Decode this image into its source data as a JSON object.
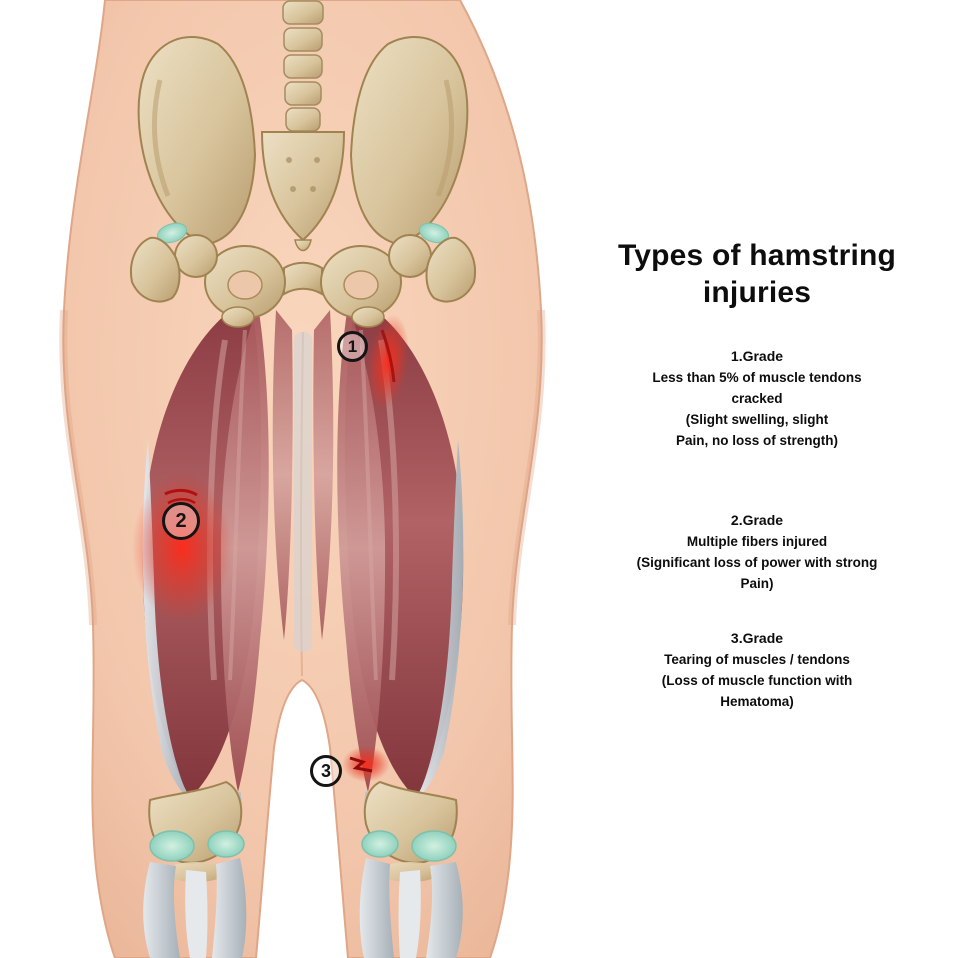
{
  "title_lines": [
    "Types of hamstring",
    "injuries"
  ],
  "sections": [
    {
      "heading": "1.Grade",
      "lines": [
        "Less than 5% of muscle tendons",
        "cracked",
        "(Slight swelling, slight",
        "Pain, no loss of strength)"
      ]
    },
    {
      "heading": "2.Grade",
      "lines": [
        "Multiple fibers injured",
        "(Significant loss of power with strong",
        "Pain)"
      ]
    },
    {
      "heading": "3.Grade",
      "lines": [
        "Tearing of muscles / tendons",
        "(Loss of muscle function with",
        "Hematoma)"
      ]
    }
  ],
  "markers": [
    {
      "label": "1"
    },
    {
      "label": "2"
    },
    {
      "label": "3"
    }
  ],
  "illustration": {
    "subject": "Posterior view of pelvis and thighs showing hamstring muscles with three graded injury sites",
    "colors": {
      "skin": "#f2c6ab",
      "bone": "#d8c49c",
      "muscle_dark": "#8a3a41",
      "muscle_light": "#d09b98",
      "tendon_gray": "#c3cad0",
      "cartilage_teal": "#a9dfcc",
      "injury_red": "#e93322"
    }
  }
}
